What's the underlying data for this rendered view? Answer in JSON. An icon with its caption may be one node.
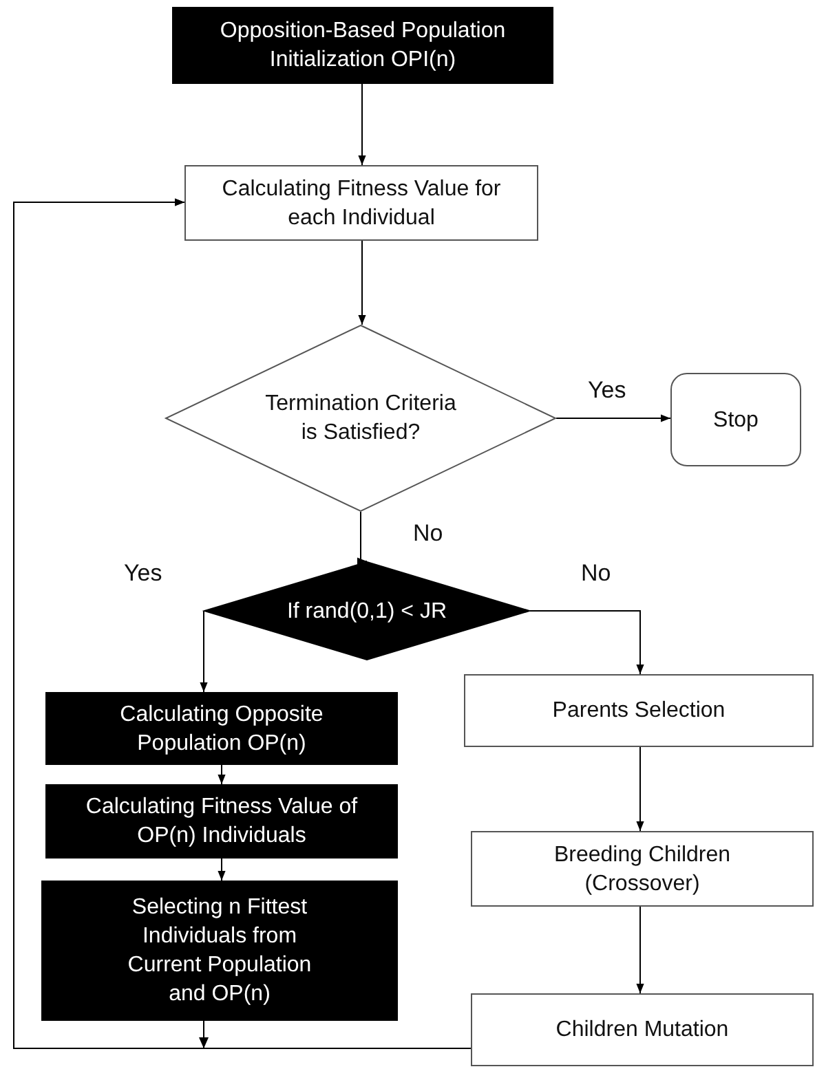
{
  "diagram": {
    "nodes": [
      {
        "text": [
          "Opposition-Based Population Initialization OPI(n)"
        ]
      },
      {
        "text": [
          "Calculating Fitness Value for each Individual"
        ]
      },
      {
        "text": [
          "Termination Criteria is Satisfied?"
        ]
      },
      {
        "text": [
          "Stop"
        ]
      },
      {
        "text": [
          "If rand(0,1) < JR"
        ]
      },
      {
        "text": [
          "Calculating Opposite Population OP(n)"
        ]
      },
      {
        "text": [
          "Calculating Fitness Value of OP(n) Individuals"
        ]
      },
      {
        "text": [
          "Selecting n Fittest Individuals from Current Population and OP(n)"
        ]
      },
      {
        "text": [
          "Parents Selection"
        ]
      },
      {
        "text": [
          "Breeding Children (Crossover)"
        ]
      },
      {
        "text": [
          "Children Mutation"
        ]
      }
    ],
    "edges": [
      {
        "from": 0,
        "to": 1,
        "arrow": "to"
      },
      {
        "from": 1,
        "to": 2,
        "arrow": "to"
      },
      {
        "from": 2,
        "to": 3,
        "arrow": "to",
        "label": "Yes"
      },
      {
        "from": 2,
        "to": 4,
        "arrow": "to",
        "label": "No"
      },
      {
        "from": 4,
        "to": 5,
        "arrow": "to",
        "label": "Yes"
      },
      {
        "from": 4,
        "to": 8,
        "arrow": "to",
        "label": "No"
      },
      {
        "from": 5,
        "to": 6,
        "arrow": "to"
      },
      {
        "from": 6,
        "to": 7,
        "arrow": "to"
      },
      {
        "from": 8,
        "to": 9,
        "arrow": "to"
      },
      {
        "from": 9,
        "to": 10,
        "arrow": "to"
      },
      {
        "from": 7,
        "to": 1,
        "arrow": "to"
      },
      {
        "from": 10,
        "to": 1,
        "arrow": "to"
      }
    ]
  }
}
